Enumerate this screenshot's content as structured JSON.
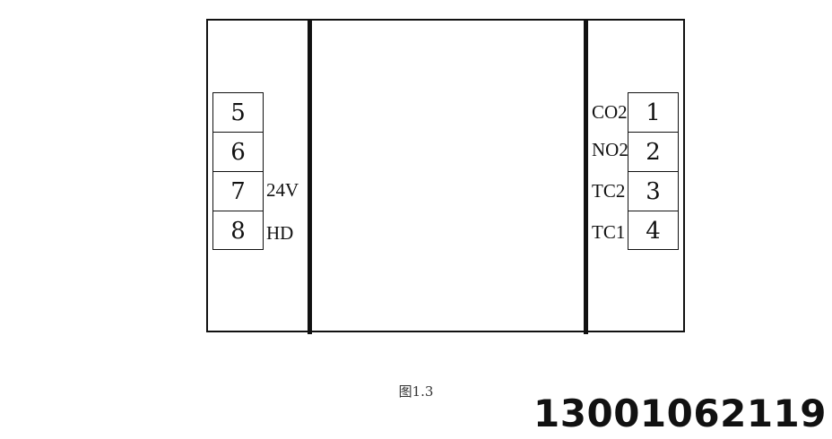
{
  "left_terminals": [
    "5",
    "6",
    "7",
    "8"
  ],
  "left_labels": {
    "t7": "24V",
    "t8": "HD"
  },
  "right_terminals": [
    "1",
    "2",
    "3",
    "4"
  ],
  "right_labels": [
    "CO2",
    "NO2",
    "TC2",
    "TC1"
  ],
  "caption": "图1.3",
  "phone": "13001062119"
}
